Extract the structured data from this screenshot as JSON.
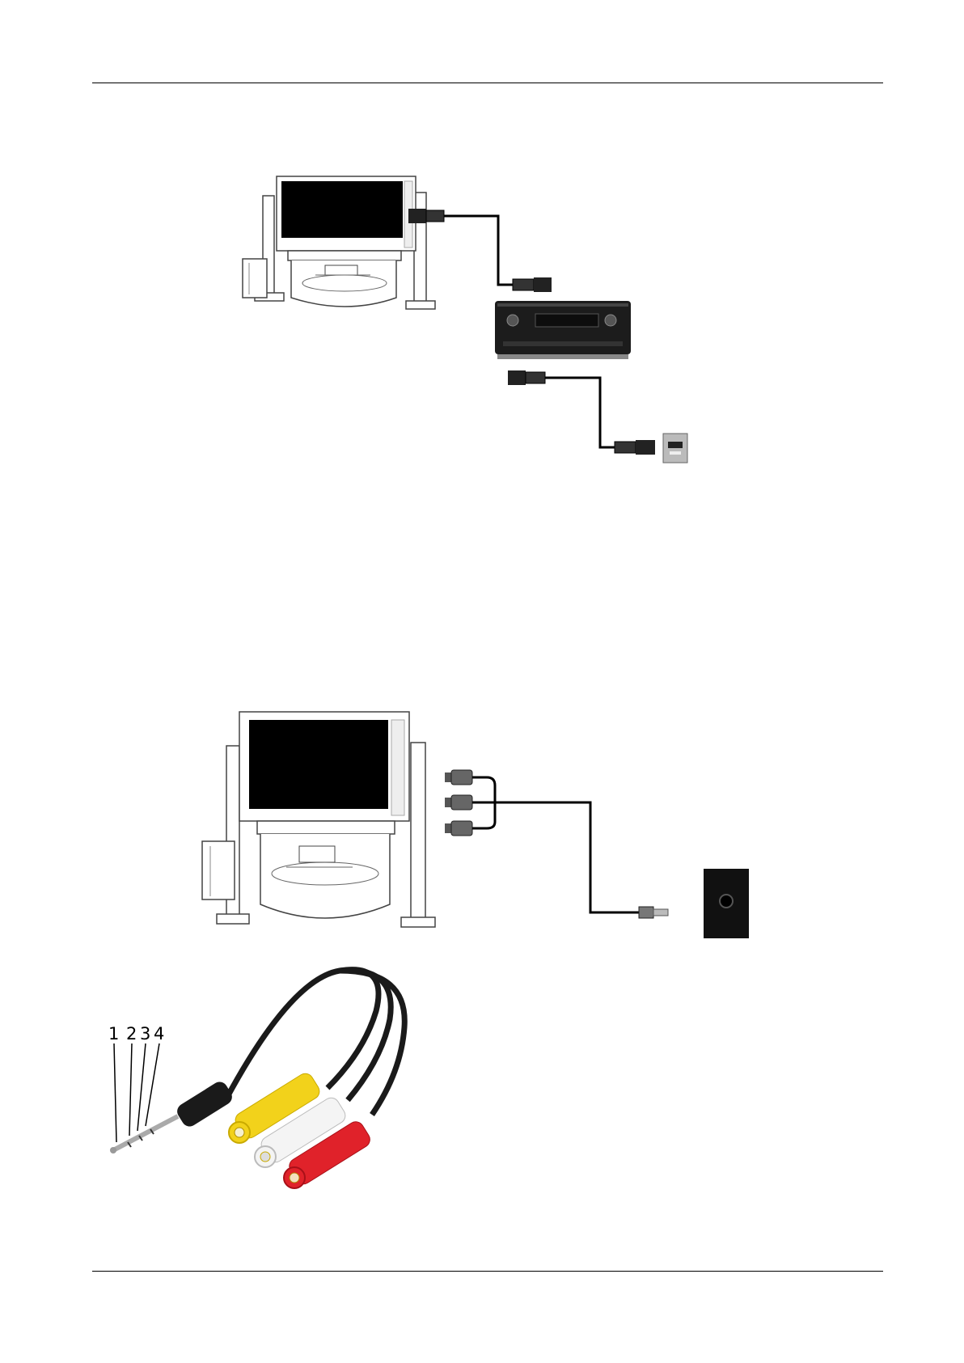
{
  "page": {
    "header_rule": true,
    "footer_rule": true
  },
  "figure_hdmi": {
    "description_icons": [
      "home-theater-icon",
      "hdmi-cable-icon",
      "av-receiver-icon",
      "hdmi-port-icon"
    ]
  },
  "figure_av": {
    "description_icons": [
      "home-theater-icon",
      "rca-cable-icon",
      "av-jack-port-icon"
    ]
  },
  "figure_cable": {
    "pin_labels": [
      "1",
      "2",
      "3",
      "4"
    ],
    "plug_colors": {
      "yellow": "#f2d21b",
      "white": "#f4f4f4",
      "red": "#e0222a",
      "black": "#1a1a1a"
    }
  }
}
